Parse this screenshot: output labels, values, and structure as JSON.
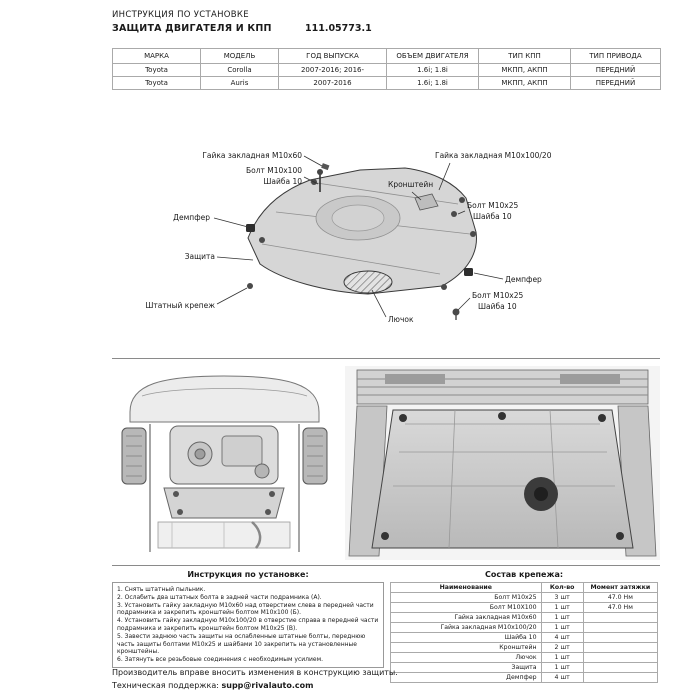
{
  "header": {
    "title_line1": "ИНСТРУКЦИЯ ПО УСТАНОВКЕ",
    "title_line2": "ЗАЩИТА ДВИГАТЕЛЯ И КПП",
    "part_number": "111.05773.1"
  },
  "spec_table": {
    "headers": [
      "МАРКА",
      "МОДЕЛЬ",
      "ГОД ВЫПУСКА",
      "ОБЪЕМ ДВИГАТЕЛЯ",
      "ТИП КПП",
      "ТИП ПРИВОДА"
    ],
    "rows": [
      [
        "Toyota",
        "Corolla",
        "2007-2016; 2016-",
        "1.6i; 1.8i",
        "МКПП, АКПП",
        "ПЕРЕДНИЙ"
      ],
      [
        "Toyota",
        "Auris",
        "2007-2016",
        "1.6i; 1.8i",
        "МКПП, АКПП",
        "ПЕРЕДНИЙ"
      ]
    ]
  },
  "diagram": {
    "callouts": {
      "nut_m10x60": "Гайка закладная М10х60",
      "bolt_m10x100": "Болт М10х100",
      "washer10_a": "Шайба 10",
      "bracket": "Кронштейн",
      "nut_m10x100_20": "Гайка закладная М10х100/20",
      "bolt_m10x25_top": "Болт М10х25",
      "washer10_b": "Шайба 10",
      "damper_left": "Демпфер",
      "shield": "Защита",
      "damper_right": "Демпфер",
      "bolt_m10x25_bottom": "Болт М10х25",
      "washer10_c": "Шайба 10",
      "stock_fastener": "Штатный крепеж",
      "hatch": "Лючок"
    }
  },
  "instructions": {
    "title": "Инструкция по установке:",
    "steps": [
      "1. Снять штатный пыльник.",
      "2. Ослабить два штатных болта в задней части подрамника (А).",
      "3. Установить гайку закладную М10х60 над отверстием слева в передней части подрамника и закрепить кронштейн болтом М10х100 (Б).",
      "4. Установить гайку закладную М10х100/20 в отверстие справа в передней части подрамника и закрепить кронштейн болтом М10х25 (В).",
      "5. Завести заднюю часть защиты на ослабленные штатные болты, переднюю часть защиты болтами М10х25 и шайбами 10 закрепить на установленные кронштейны.",
      "6. Затянуть все резьбовые соединения с необходимым усилием."
    ]
  },
  "fasteners": {
    "title": "Состав крепежа:",
    "headers": [
      "Наименование",
      "Кол-во",
      "Момент затяжки"
    ],
    "rows": [
      [
        "Болт М10х25",
        "3 шт",
        "47.0 Нм"
      ],
      [
        "Болт М10Х100",
        "1 шт",
        "47.0 Нм"
      ],
      [
        "Гайка закладная М10х60",
        "1 шт",
        ""
      ],
      [
        "Гайка закладная М10х100/20",
        "1 шт",
        ""
      ],
      [
        "Шайба 10",
        "4 шт",
        ""
      ],
      [
        "Кронштейн",
        "2 шт",
        ""
      ],
      [
        "Лючок",
        "1 шт",
        ""
      ],
      [
        "Защита",
        "1 шт",
        ""
      ],
      [
        "Демпфер",
        "4 шт",
        ""
      ]
    ]
  },
  "footer": {
    "line1": "Производитель вправе вносить изменения в конструкцию защиты.",
    "support_label": "Техническая поддержка: ",
    "support_email": "supp@rivalauto.com"
  }
}
